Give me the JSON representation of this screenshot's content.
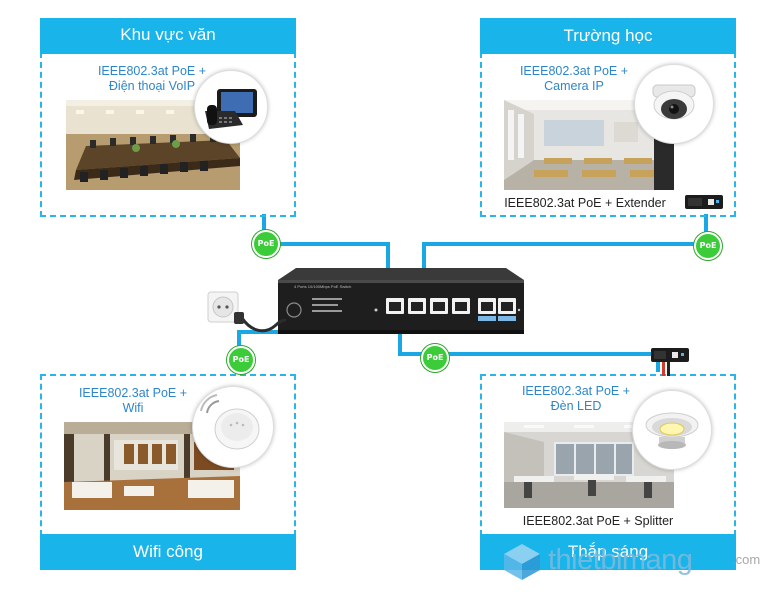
{
  "panels": {
    "office": {
      "title": "Khu vực văn",
      "caption_line1": "IEEE802.3at PoE +",
      "caption_line2": "Điện thoại VoIP"
    },
    "school": {
      "title": "Trường học",
      "caption_line1": "IEEE802.3at PoE +",
      "caption_line2": "Camera IP",
      "bottom_caption": "IEEE802.3at PoE + Extender"
    },
    "wifi": {
      "title": "Wifi công",
      "caption_line1": "IEEE802.3at PoE +",
      "caption_line2": "Wifi"
    },
    "lighting": {
      "title": "Thắp sáng",
      "caption_line1": "IEEE802.3at PoE +",
      "caption_line2": "Đèn LED",
      "bottom_caption": "IEEE802.3at PoE + Splitter"
    }
  },
  "badges": {
    "poe": "PoE"
  },
  "switch": {
    "label": "4 Ports 10/100Mbps PoE Switch"
  },
  "watermark": {
    "brand": "thietbimang",
    "suffix": ".com"
  },
  "colors": {
    "accent": "#19b4ea",
    "poe_green": "#3ccc3a",
    "caption_blue": "#2e86c9"
  }
}
